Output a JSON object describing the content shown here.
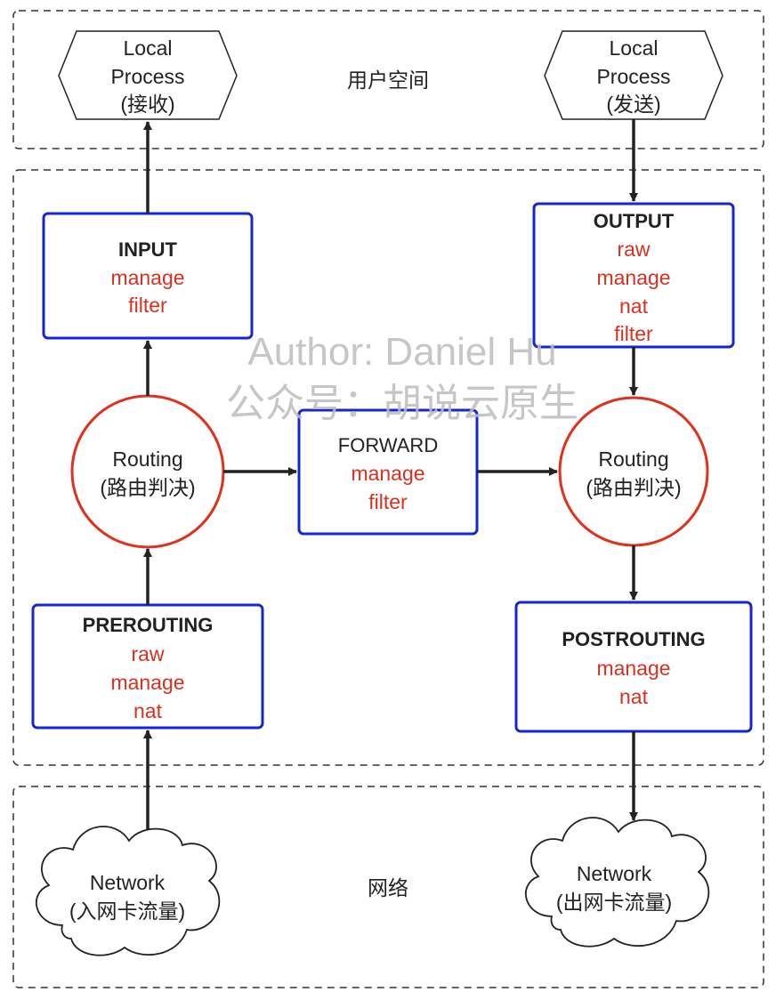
{
  "zones": {
    "user_space": "用户空间",
    "network": "网络"
  },
  "processes": {
    "receive": {
      "line1": "Local",
      "line2": "Process",
      "line3": "(接收)"
    },
    "send": {
      "line1": "Local",
      "line2": "Process",
      "line3": "(发送)"
    }
  },
  "chains": {
    "input": {
      "title": "INPUT",
      "tables": [
        "manage",
        "filter"
      ]
    },
    "output": {
      "title": "OUTPUT",
      "tables": [
        "raw",
        "manage",
        "nat",
        "filter"
      ]
    },
    "forward": {
      "title": "FORWARD",
      "tables": [
        "manage",
        "filter"
      ]
    },
    "prerouting": {
      "title": "PREROUTING",
      "tables": [
        "raw",
        "manage",
        "nat"
      ]
    },
    "postrouting": {
      "title": "POSTROUTING",
      "tables": [
        "manage",
        "nat"
      ]
    }
  },
  "routing": {
    "left": {
      "line1": "Routing",
      "line2": "(路由判决)"
    },
    "right": {
      "line1": "Routing",
      "line2": "(路由判决)"
    }
  },
  "networks": {
    "in": {
      "line1": "Network",
      "line2": "(入网卡流量)"
    },
    "out": {
      "line1": "Network",
      "line2": "(出网卡流量)"
    }
  },
  "watermark": {
    "line1": "Author: Daniel Hu",
    "line2": "公众号：胡说云原生"
  },
  "colors": {
    "chain_border": "#1524d6",
    "routing_border": "#e0301e",
    "table_text": "#d9301f",
    "arrow": "#222222",
    "zone_border": "#333333"
  }
}
